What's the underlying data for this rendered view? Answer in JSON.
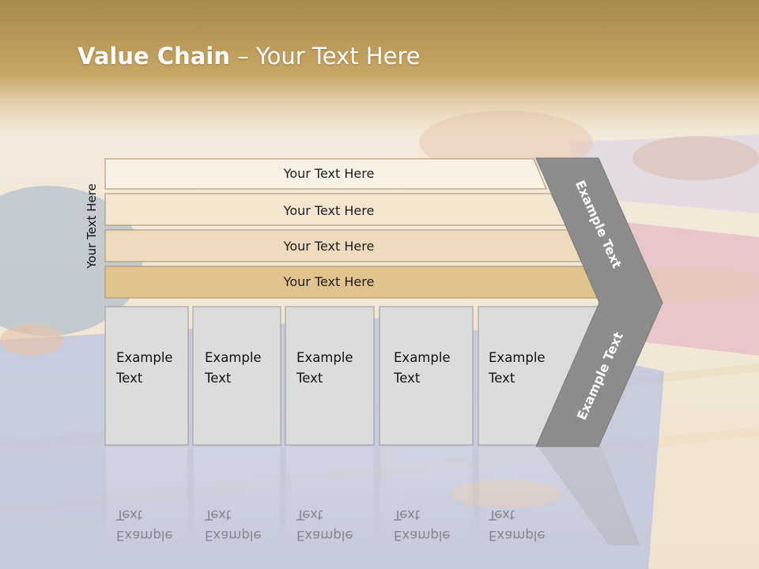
{
  "slide": {
    "title_bold": "Value Chain",
    "title_rest": " – Your Text Here",
    "side_label": "Your Text Here"
  },
  "bars": [
    {
      "label": "Your Text Here",
      "color": "#f8f1e6"
    },
    {
      "label": "Your Text Here",
      "color": "#f3e6d1"
    },
    {
      "label": "Your Text Here",
      "color": "#ecdbbd"
    },
    {
      "label": "Your Text Here",
      "color": "#e2c38e"
    }
  ],
  "boxes": [
    {
      "line1": "Example",
      "line2": "Text"
    },
    {
      "line1": "Example",
      "line2": "Text"
    },
    {
      "line1": "Example",
      "line2": "Text"
    },
    {
      "line1": "Example",
      "line2": "Text"
    },
    {
      "line1": "Example",
      "line2": "Text"
    }
  ],
  "arrow": {
    "upper_label": "Example Text",
    "lower_label": "Example Text",
    "color": "#8c8c8c"
  },
  "colors": {
    "header": "#c7a46a",
    "box_fill": "#dcdcdc",
    "box_border": "#9a9a9a",
    "bar_border": "#a8916a"
  }
}
